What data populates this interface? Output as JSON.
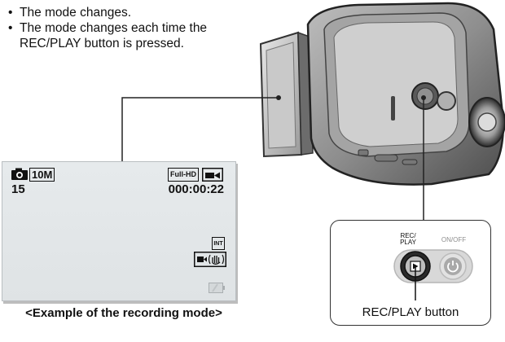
{
  "instructions": {
    "bullets": [
      "The mode changes.",
      "The mode changes each time the REC/PLAY button is pressed."
    ]
  },
  "lcd_screen": {
    "resolution_badge": "10M",
    "shots_remaining": "15",
    "video_quality": "Full-HD",
    "time_remaining": "000:00:22",
    "memory_indicator": "INT"
  },
  "caption": "<Example of the recording mode>",
  "callout": {
    "rec_play_label": "REC/ PLAY",
    "on_off_label": "ON/OFF",
    "button_name": "REC/PLAY button"
  }
}
